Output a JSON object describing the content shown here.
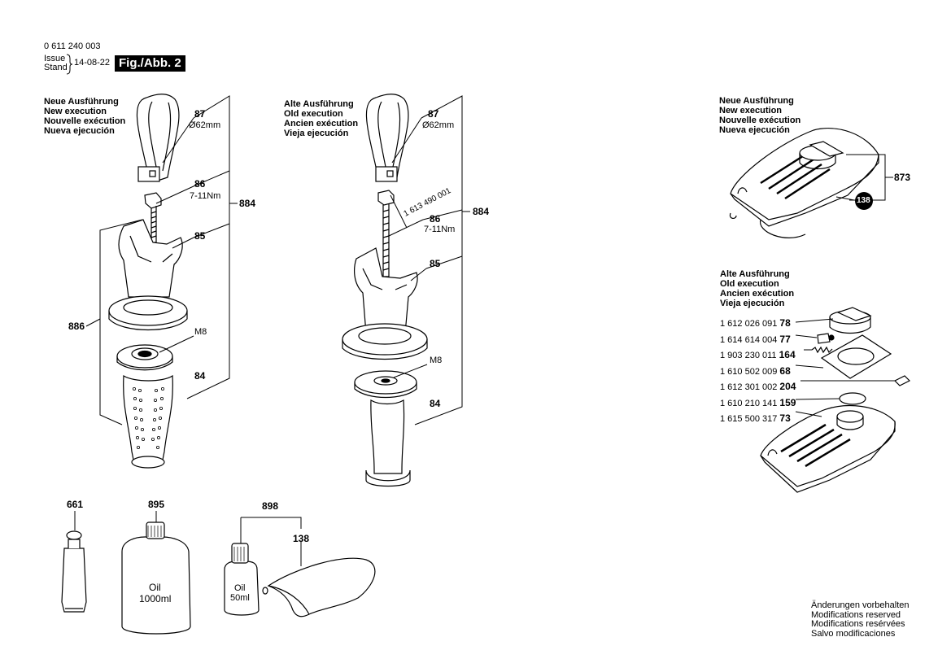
{
  "header": {
    "doc_number": "0 611 240 003",
    "issue_label": "Issue",
    "stand_label": "Stand",
    "date": "14-08-22",
    "figure": "Fig./Abb. 2"
  },
  "new_exec": [
    "Neue Ausführung",
    "New execution",
    "Nouvelle exécution",
    "Nueva ejecución"
  ],
  "old_exec": [
    "Alte Ausführung",
    "Old execution",
    "Ancien exécution",
    "Vieja ejecución"
  ],
  "left_group": {
    "p87": "87",
    "d62": "Ø62mm",
    "p86": "86",
    "torque": "7-11Nm",
    "p884": "884",
    "p85": "85",
    "p886": "886",
    "m8": "M8",
    "p84": "84"
  },
  "mid_group": {
    "p87": "87",
    "d62": "Ø62mm",
    "partno": "1 613 490 001",
    "p86": "86",
    "torque": "7-11Nm",
    "p884": "884",
    "p85": "85",
    "m8": "M8",
    "p84": "84"
  },
  "bottom": {
    "p661": "661",
    "p895": "895",
    "oil_big": "Oil",
    "vol_big": "1000ml",
    "p898": "898",
    "p138": "138",
    "oil_small": "Oil",
    "vol_small": "50ml"
  },
  "right_top": {
    "p873": "873",
    "p138": "138"
  },
  "old_parts": [
    {
      "code": "1 612 026 091",
      "ref": "78"
    },
    {
      "code": "1 614 614 004",
      "ref": "77"
    },
    {
      "code": "1 903 230 011",
      "ref": "164"
    },
    {
      "code": "1 610 502 009",
      "ref": "68"
    },
    {
      "code": "1 612 301 002",
      "ref": "204"
    },
    {
      "code": "1 610 210 141",
      "ref": "159"
    },
    {
      "code": "1 615 500 317",
      "ref": "73"
    }
  ],
  "footer": [
    "Änderungen vorbehalten",
    "Modifications reserved",
    "Modifications resérvées",
    "Salvo modificaciones"
  ]
}
